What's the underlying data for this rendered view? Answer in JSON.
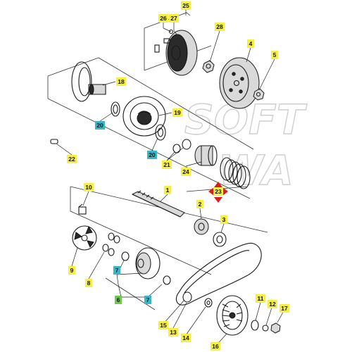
{
  "watermark": {
    "line1": "SOFT",
    "line2": "WA"
  },
  "colors": {
    "yellow": "#f5ef42",
    "cyan": "#36b6c7",
    "green": "#71c94b",
    "red": "#e11b1b"
  },
  "callouts": [
    {
      "id": "c25",
      "text": "25",
      "color": "yellow"
    },
    {
      "id": "c26",
      "text": "26",
      "color": "yellow"
    },
    {
      "id": "c27",
      "text": "27",
      "color": "yellow"
    },
    {
      "id": "c28",
      "text": "28",
      "color": "yellow"
    },
    {
      "id": "c4",
      "text": "4",
      "color": "yellow"
    },
    {
      "id": "c5",
      "text": "5",
      "color": "yellow"
    },
    {
      "id": "c18",
      "text": "18",
      "color": "yellow"
    },
    {
      "id": "c19",
      "text": "19",
      "color": "yellow"
    },
    {
      "id": "c20a",
      "text": "20",
      "color": "cyan"
    },
    {
      "id": "c20b",
      "text": "20",
      "color": "cyan"
    },
    {
      "id": "c21",
      "text": "21",
      "color": "yellow"
    },
    {
      "id": "c24",
      "text": "24",
      "color": "yellow"
    },
    {
      "id": "c22",
      "text": "22",
      "color": "yellow"
    },
    {
      "id": "c23",
      "text": "23",
      "color": "yellow"
    },
    {
      "id": "c1",
      "text": "1",
      "color": "yellow"
    },
    {
      "id": "c2",
      "text": "2",
      "color": "yellow"
    },
    {
      "id": "c3",
      "text": "3",
      "color": "yellow"
    },
    {
      "id": "c10",
      "text": "10",
      "color": "yellow"
    },
    {
      "id": "c9",
      "text": "9",
      "color": "yellow"
    },
    {
      "id": "c8",
      "text": "8",
      "color": "yellow"
    },
    {
      "id": "c7a",
      "text": "7",
      "color": "cyan"
    },
    {
      "id": "c6",
      "text": "6",
      "color": "green"
    },
    {
      "id": "c7b",
      "text": "7",
      "color": "cyan"
    },
    {
      "id": "c15",
      "text": "15",
      "color": "yellow"
    },
    {
      "id": "c13",
      "text": "13",
      "color": "yellow"
    },
    {
      "id": "c14",
      "text": "14",
      "color": "yellow"
    },
    {
      "id": "c16",
      "text": "16",
      "color": "yellow"
    },
    {
      "id": "c11",
      "text": "11",
      "color": "yellow"
    },
    {
      "id": "c12",
      "text": "12",
      "color": "yellow"
    },
    {
      "id": "c17",
      "text": "17",
      "color": "yellow"
    }
  ]
}
